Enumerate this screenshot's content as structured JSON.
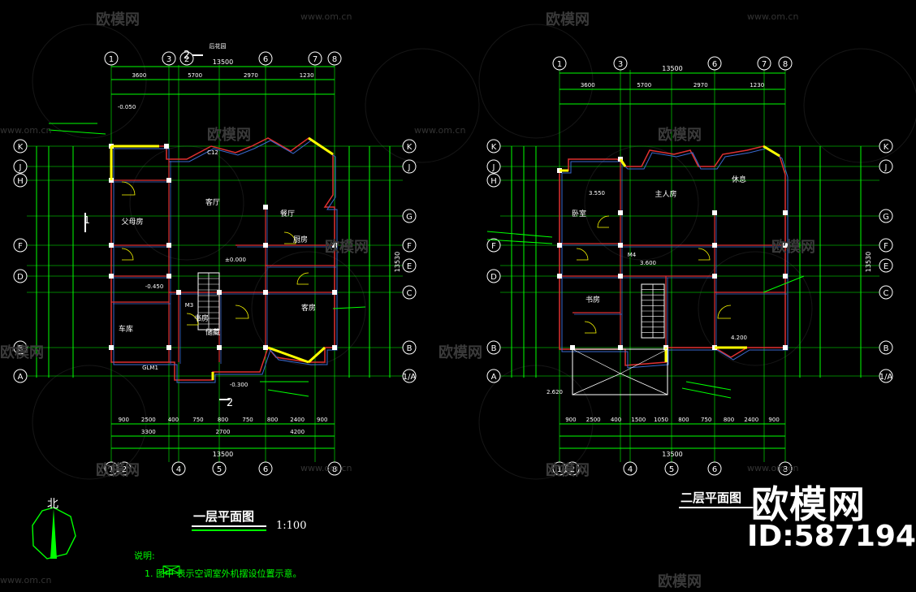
{
  "watermark": {
    "brand": "欧模网",
    "site": "www.om.cn"
  },
  "brand_text": "欧模网",
  "id_text": "ID:587194",
  "plan1": {
    "title": "一层平面图",
    "scale": "1:100",
    "top_axes": [
      "1",
      "3",
      "2",
      "6",
      "7",
      "8"
    ],
    "bottom_axes": [
      "1",
      "2",
      "4",
      "5",
      "6",
      "8"
    ],
    "left_axes": [
      "K",
      "J",
      "H",
      "F",
      "D",
      "B",
      "A"
    ],
    "right_axes": [
      "K",
      "J",
      "G",
      "F",
      "E",
      "C",
      "B",
      "1/A"
    ],
    "overall_dim": "13500",
    "top_dims": [
      "3600",
      "5700",
      "2970",
      "1230"
    ],
    "bottom_dims": [
      "900",
      "2500",
      "400",
      "750",
      "800",
      "750",
      "800",
      "2400",
      "900"
    ],
    "bottom_dims2": [
      "3300",
      "2700",
      "4200"
    ],
    "side_dim": "13530",
    "rooms": [
      "父母房",
      "客厅",
      "车库",
      "餐厅",
      "储藏",
      "书房",
      "客房",
      "厨房"
    ],
    "labels": [
      "后花园",
      "-0.050",
      "±0.000",
      "-0.300",
      "-0.450",
      "GLM1",
      "C12",
      "M3"
    ]
  },
  "plan2": {
    "title": "二层平面图",
    "top_axes": [
      "1",
      "3",
      "6",
      "7",
      "8"
    ],
    "bottom_axes": [
      "1",
      "2",
      "4",
      "5",
      "6",
      "8"
    ],
    "left_axes": [
      "K",
      "J",
      "H",
      "F",
      "D",
      "B",
      "A"
    ],
    "right_axes": [
      "K",
      "J",
      "G",
      "F",
      "E",
      "C",
      "B",
      "1/A"
    ],
    "overall_dim": "13500",
    "top_dims": [
      "3600",
      "5700",
      "2970",
      "1230"
    ],
    "bottom_dims": [
      "900",
      "2500",
      "400",
      "1500",
      "1050",
      "800",
      "750",
      "800",
      "2400",
      "900"
    ],
    "side_dim": "13530",
    "rooms": [
      "主人房",
      "卧室",
      "书房",
      "休息"
    ],
    "labels": [
      "3.550",
      "3.600",
      "4.200",
      "2.620",
      "M4"
    ]
  },
  "north_label": "北",
  "notes_title": "说明:",
  "notes_line": "1. 图中 表示空调室外机摆设位置示意。"
}
